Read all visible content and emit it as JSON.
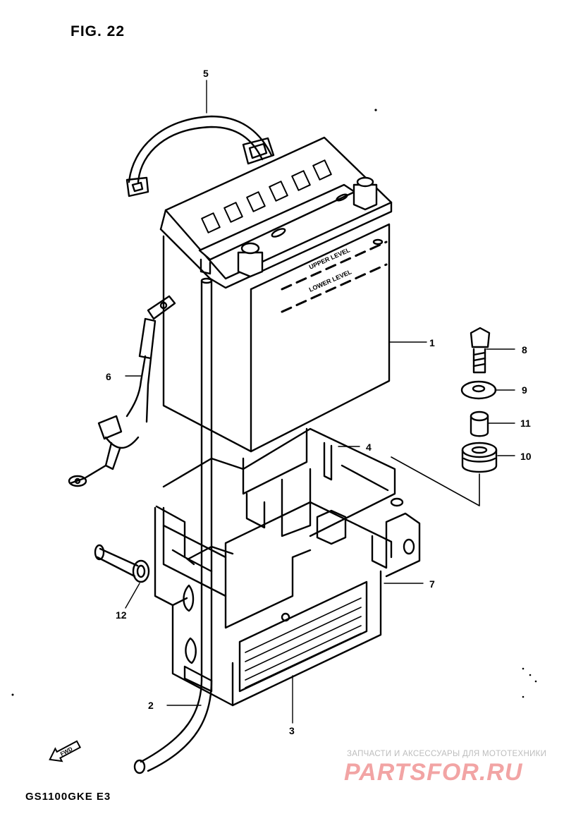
{
  "figure": {
    "title": "FIG. 22",
    "model": "GS1100GKE E3",
    "fwd_label": "FWD"
  },
  "battery_text": {
    "upper": "UPPER LEVEL",
    "lower": "LOWER LEVEL"
  },
  "callouts": [
    "1",
    "2",
    "3",
    "4",
    "5",
    "6",
    "7",
    "8",
    "9",
    "10",
    "11",
    "12"
  ],
  "watermark": {
    "caption": "ЗАПЧАСТИ И АКСЕССУАРЫ ДЛЯ МОТОТЕХНИКИ",
    "brand": "PARTSFOR.RU",
    "color": "#f2a4a4"
  },
  "icons": [
    "fwd-arrow-icon"
  ]
}
